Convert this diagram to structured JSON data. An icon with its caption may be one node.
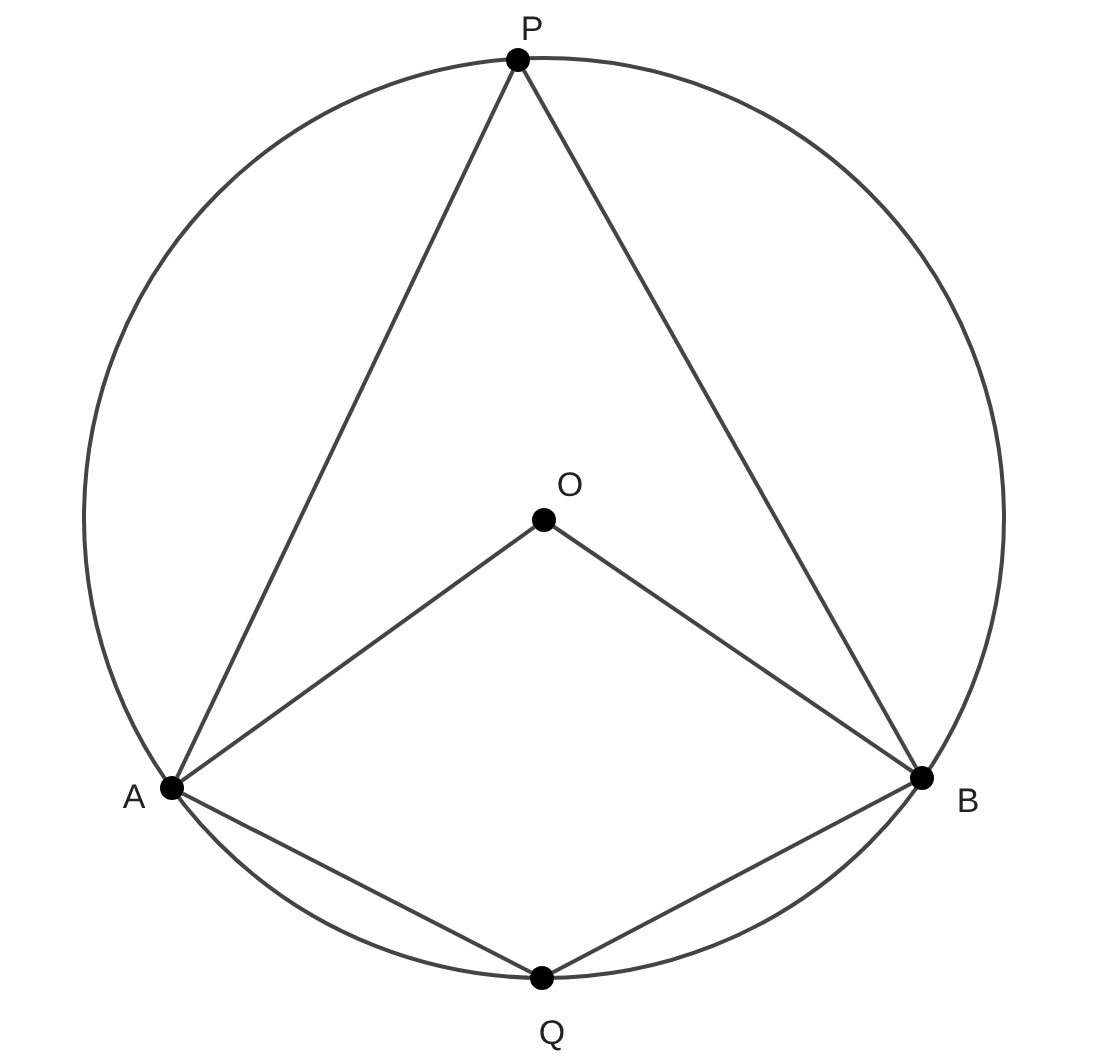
{
  "diagram": {
    "nodes": [
      {
        "text": [],
        "shape": "circle",
        "beside": [
          "P"
        ]
      },
      {
        "text": [],
        "shape": "circle",
        "beside": [
          "O"
        ]
      },
      {
        "text": [],
        "shape": "circle",
        "beside": [
          "A"
        ]
      },
      {
        "text": [],
        "shape": "circle",
        "beside": [
          "B"
        ]
      },
      {
        "text": [],
        "shape": "circle",
        "beside": [
          "Q"
        ]
      }
    ],
    "edges": [
      {
        "from": 0,
        "to": 2,
        "arrow": "none"
      },
      {
        "from": 0,
        "to": 3,
        "arrow": "none"
      },
      {
        "from": 1,
        "to": 2,
        "arrow": "none"
      },
      {
        "from": 1,
        "to": 3,
        "arrow": "none"
      },
      {
        "from": 2,
        "to": 4,
        "arrow": "none"
      },
      {
        "from": 4,
        "to": 3,
        "arrow": "none"
      }
    ]
  }
}
